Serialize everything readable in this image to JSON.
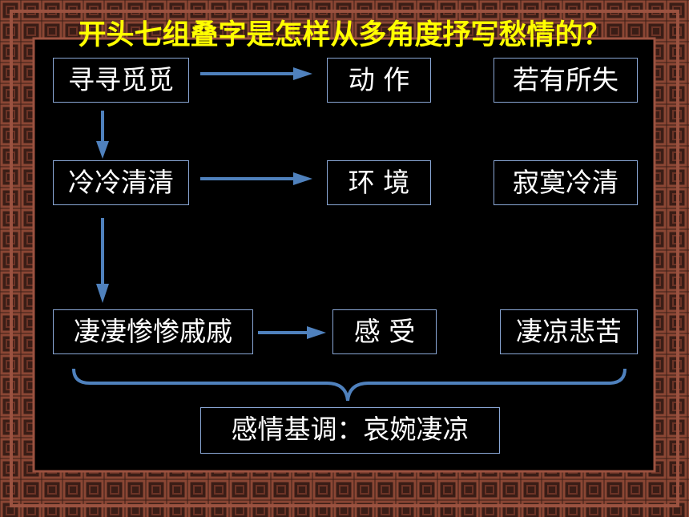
{
  "title": "开头七组叠字是怎样从多角度抒写愁情的？",
  "rows": [
    {
      "words": "寻寻觅觅",
      "aspect": "动 作",
      "effect": "若有所失"
    },
    {
      "words": "冷冷清清",
      "aspect": "环 境",
      "effect": "寂寞冷清"
    },
    {
      "words": "凄凄惨惨戚戚",
      "aspect": "感 受",
      "effect": "凄凉悲苦"
    }
  ],
  "summary": "感情基调：哀婉凄凉",
  "colors": {
    "title": "#ffff00",
    "text": "#ffffff",
    "arrow": "#4f81bd",
    "box_border": "#8aa7d6",
    "background": "#000000",
    "frame": "#7a3b2e"
  }
}
